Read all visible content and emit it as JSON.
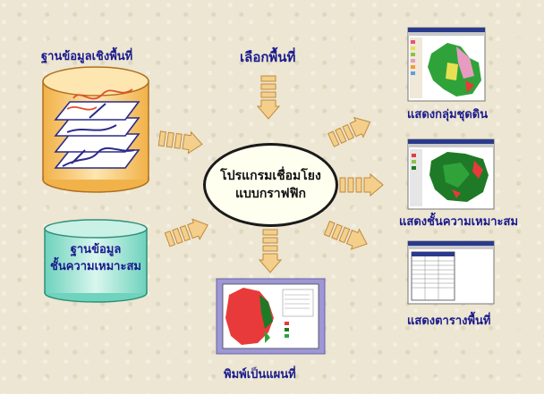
{
  "labels": {
    "db_area": "ฐานข้อมูลเชิงพื้นที่",
    "select_area": "เลือกพื้นที่",
    "program_line1": "โปรแกรมเชื่อมโยง",
    "program_line2": "แบบกราฟฟิก",
    "db_suit_line1": "ฐานข้อมูล",
    "db_suit_line2": "ชั้นความเหมาะสม",
    "show_soil": "แสดงกลุ่มชุดดิน",
    "show_suit": "แสดงชั้นความเหมาะสม",
    "show_table": "แสดงตารางพื้นที่",
    "print_map": "พิมพ์เป็นแผนที่"
  },
  "colors": {
    "label": "#1a1a8c",
    "arrow": "#f4cf8c",
    "arrow_stroke": "#c08a3c",
    "cyl_top_fill": "#fde6b0",
    "cyl_body_fill": "#f6c46f",
    "cyl2_fill": "#9fe2d4",
    "print_frame": "#9d97d6",
    "map_red": "#e83a3a",
    "map_green": "#1e7a26",
    "map_pink": "#e89bc0",
    "map_yellow": "#e8e052"
  },
  "icons": [
    "block-arrow-icon",
    "striped-arrow-icon"
  ]
}
